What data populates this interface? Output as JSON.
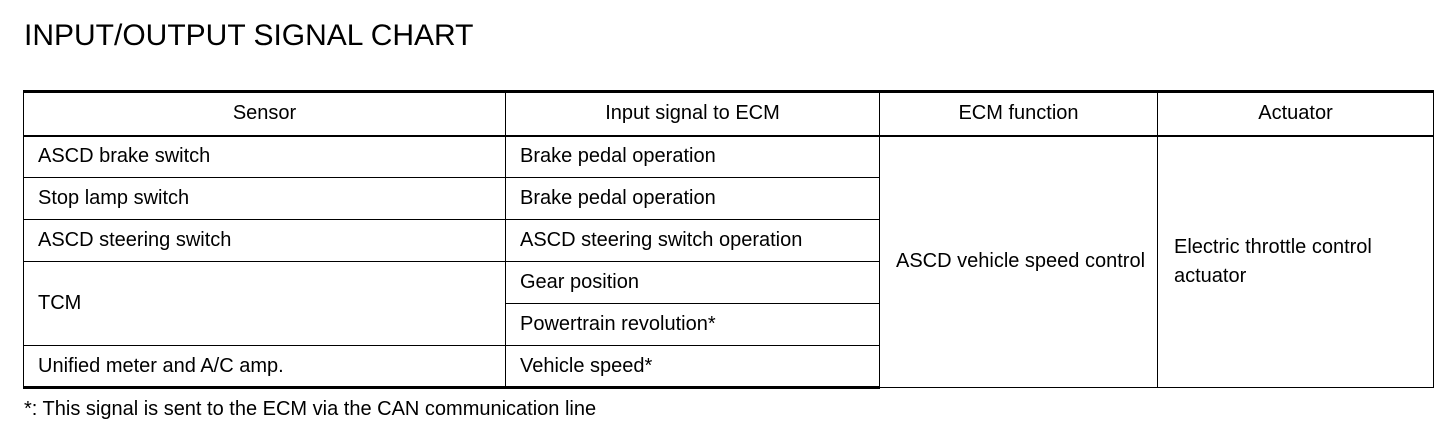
{
  "title": "INPUT/OUTPUT SIGNAL CHART",
  "table": {
    "headers": [
      "Sensor",
      "Input signal to ECM",
      "ECM function",
      "Actuator"
    ],
    "rows": [
      {
        "sensor": "ASCD brake switch",
        "input": "Brake pedal operation"
      },
      {
        "sensor": "Stop lamp switch",
        "input": "Brake pedal operation"
      },
      {
        "sensor": "ASCD steering switch",
        "input": "ASCD steering switch operation"
      },
      {
        "sensor": "TCM",
        "input": "Gear position"
      },
      {
        "sensor": "",
        "input": "Powertrain revolution*"
      },
      {
        "sensor": "Unified meter and A/C amp.",
        "input": "Vehicle speed*"
      }
    ],
    "ecm_function": "ASCD vehicle speed control",
    "actuator": "Electric throttle control actuator"
  },
  "footnote": "*: This signal is sent to the ECM via the CAN communication line"
}
